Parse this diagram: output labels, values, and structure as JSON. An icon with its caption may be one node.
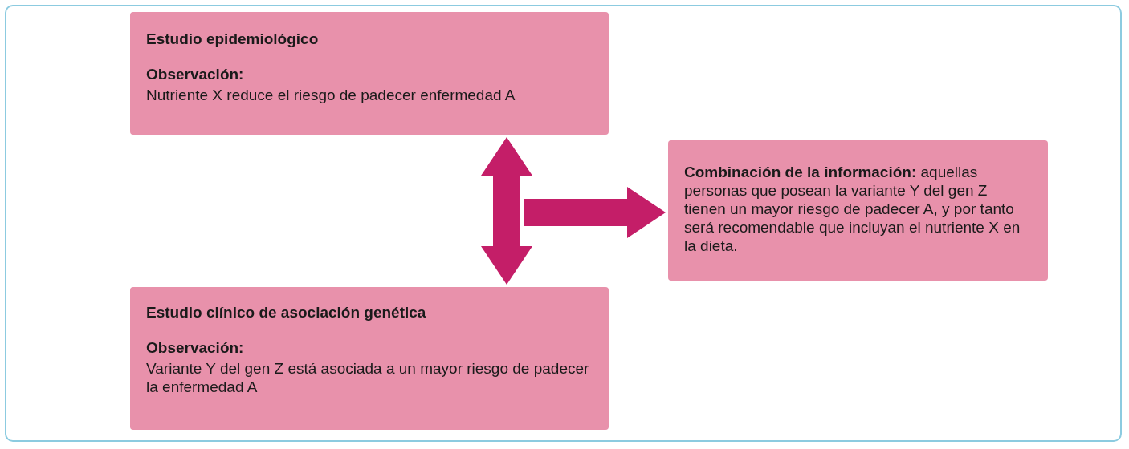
{
  "diagram": {
    "nodes": [
      {
        "text": [
          "Estudio epidemiológico",
          "Observación:",
          "Nutriente X reduce el riesgo de padecer enfermedad A"
        ]
      },
      {
        "text": [
          "**Combinación de la información:** aquellas personas que posean la variante Y del gen Z tienen un mayor riesgo de padecer A, y por tanto será recomendable que incluyan el nutriente X en la dieta."
        ]
      },
      {
        "text": [
          "Estudio clínico de asociación genética",
          "Observación:",
          "Variante Y del gen Z está asociada a un mayor riesgo de padecer la enfermedad A"
        ]
      }
    ],
    "edges": [
      {
        "from": 0,
        "to": 2,
        "arrow": "both"
      },
      {
        "from": null,
        "to": 1,
        "arrow": "to"
      }
    ]
  }
}
